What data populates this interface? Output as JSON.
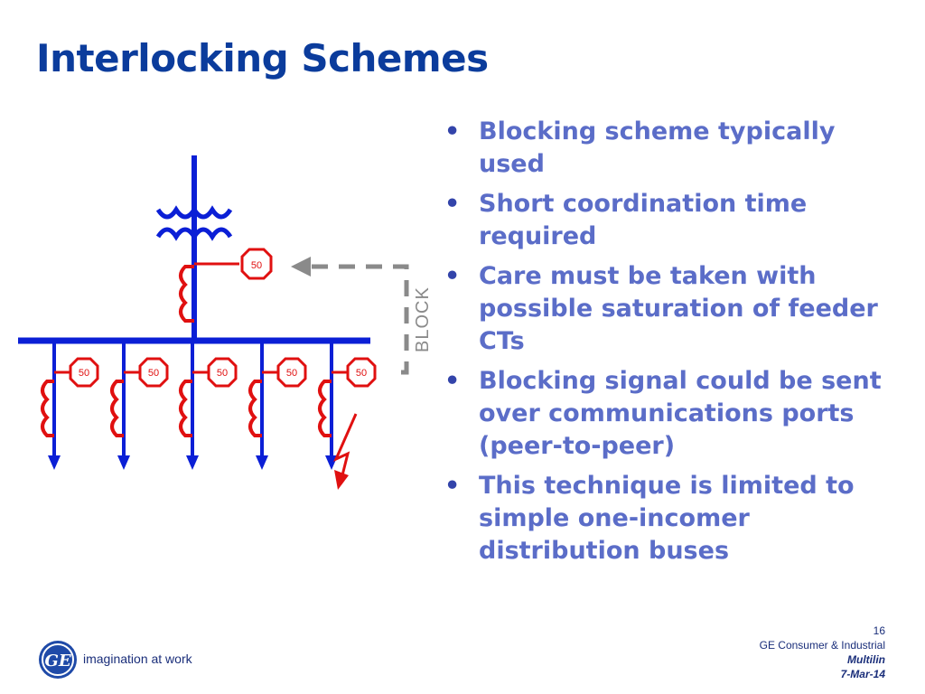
{
  "title": "Interlocking Schemes",
  "bullets": [
    "Blocking scheme typically used",
    "Short coordination time required",
    "Care must be taken with possible saturation of feeder CTs",
    "Blocking signal could be sent over communications ports (peer-to-peer)",
    "This technique is limited to simple one-incomer distribution buses"
  ],
  "diagram": {
    "relay_label": "50",
    "block_label": "BLOCK",
    "colors": {
      "bus": "#0b1fd6",
      "relay": "#e01010",
      "signal": "#8a8a8a"
    }
  },
  "footer": {
    "page_number": "16",
    "company": "GE Consumer & Industrial",
    "division": "Multilin",
    "date": "7-Mar-14"
  },
  "logo": {
    "tagline": "imagination at work"
  }
}
